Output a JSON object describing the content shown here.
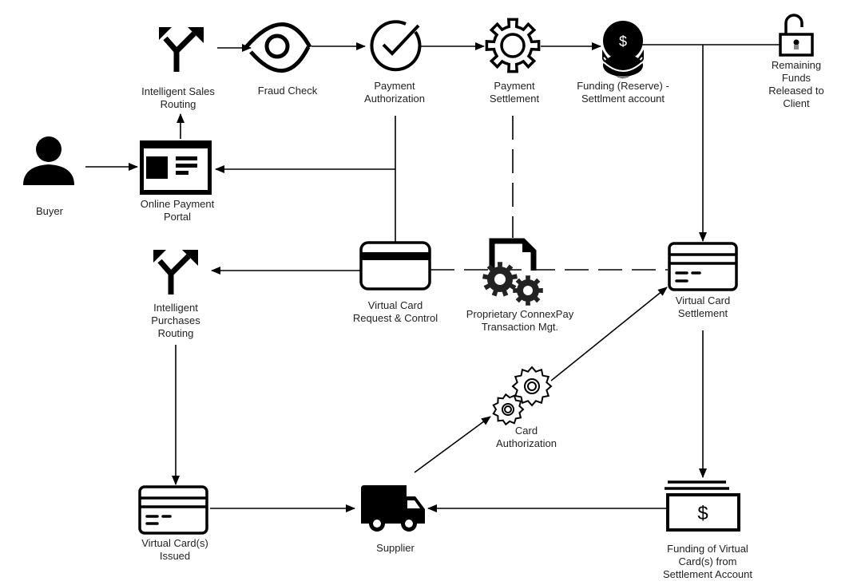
{
  "title": "ConnexPay payment flow diagram",
  "colors": {
    "stroke": "#000000",
    "text": "#222222",
    "background": "#ffffff"
  },
  "nodes": {
    "buyer": {
      "label": "Buyer",
      "icon": "person-icon"
    },
    "portal": {
      "label": "Online Payment\nPortal",
      "icon": "web-page-icon"
    },
    "sales_routing": {
      "label": "Intelligent Sales\nRouting",
      "icon": "split-arrows-icon"
    },
    "fraud_check": {
      "label": "Fraud Check",
      "icon": "eye-icon"
    },
    "payment_auth": {
      "label": "Payment\nAuthorization",
      "icon": "check-circle-icon"
    },
    "payment_settlement": {
      "label": "Payment\nSettlement",
      "icon": "gear-icon"
    },
    "funding_reserve": {
      "label": "Funding (Reserve) -\nSettlment account",
      "icon": "coin-stack-icon"
    },
    "remaining_funds": {
      "label": "Remaining Funds\nReleased to Client",
      "icon": "unlocked-padlock-icon"
    },
    "purchases_routing": {
      "label": "Intelligent\nPurchases\nRouting",
      "icon": "split-arrows-icon"
    },
    "vc_request": {
      "label": "Virtual Card\nRequest & Control",
      "icon": "credit-card-icon"
    },
    "txn_mgmt": {
      "label": "Proprietary ConnexPay\nTransaction Mgt.",
      "icon": "document-gears-icon"
    },
    "vc_settlement": {
      "label": "Virtual Card\nSettlement",
      "icon": "credit-card-icon"
    },
    "card_auth": {
      "label": "Card\nAuthorization",
      "icon": "gears-outline-icon"
    },
    "vc_issued": {
      "label": "Virtual Card(s)\nIssued",
      "icon": "credit-card-icon"
    },
    "supplier": {
      "label": "Supplier",
      "icon": "delivery-truck-icon"
    },
    "funding_vc": {
      "label": "Funding of Virtual\nCard(s) from\nSettlement Account",
      "icon": "cash-stack-icon"
    }
  },
  "edges": [
    {
      "from": "buyer",
      "to": "portal",
      "style": "solid"
    },
    {
      "from": "portal",
      "to": "sales_routing",
      "style": "solid"
    },
    {
      "from": "sales_routing",
      "to": "fraud_check",
      "style": "solid"
    },
    {
      "from": "fraud_check",
      "to": "payment_auth",
      "style": "solid"
    },
    {
      "from": "payment_auth",
      "to": "payment_settlement",
      "style": "solid"
    },
    {
      "from": "payment_settlement",
      "to": "funding_reserve",
      "style": "solid"
    },
    {
      "from": "funding_reserve",
      "to": "remaining_funds",
      "style": "solid"
    },
    {
      "from": "funding_reserve",
      "to": "vc_settlement",
      "style": "solid"
    },
    {
      "from": "payment_auth",
      "to": "portal",
      "style": "solid"
    },
    {
      "from": "vc_request",
      "to": "purchases_routing",
      "style": "solid"
    },
    {
      "from": "payment_settlement",
      "to": "txn_mgmt",
      "style": "dashed"
    },
    {
      "from": "vc_request",
      "to": "vc_settlement",
      "style": "dashed"
    },
    {
      "from": "purchases_routing",
      "to": "vc_issued",
      "style": "solid"
    },
    {
      "from": "vc_issued",
      "to": "supplier",
      "style": "solid"
    },
    {
      "from": "supplier",
      "to": "card_auth",
      "style": "solid"
    },
    {
      "from": "card_auth",
      "to": "vc_settlement",
      "style": "solid"
    },
    {
      "from": "vc_settlement",
      "to": "funding_vc",
      "style": "solid"
    },
    {
      "from": "funding_vc",
      "to": "supplier",
      "style": "solid"
    }
  ]
}
